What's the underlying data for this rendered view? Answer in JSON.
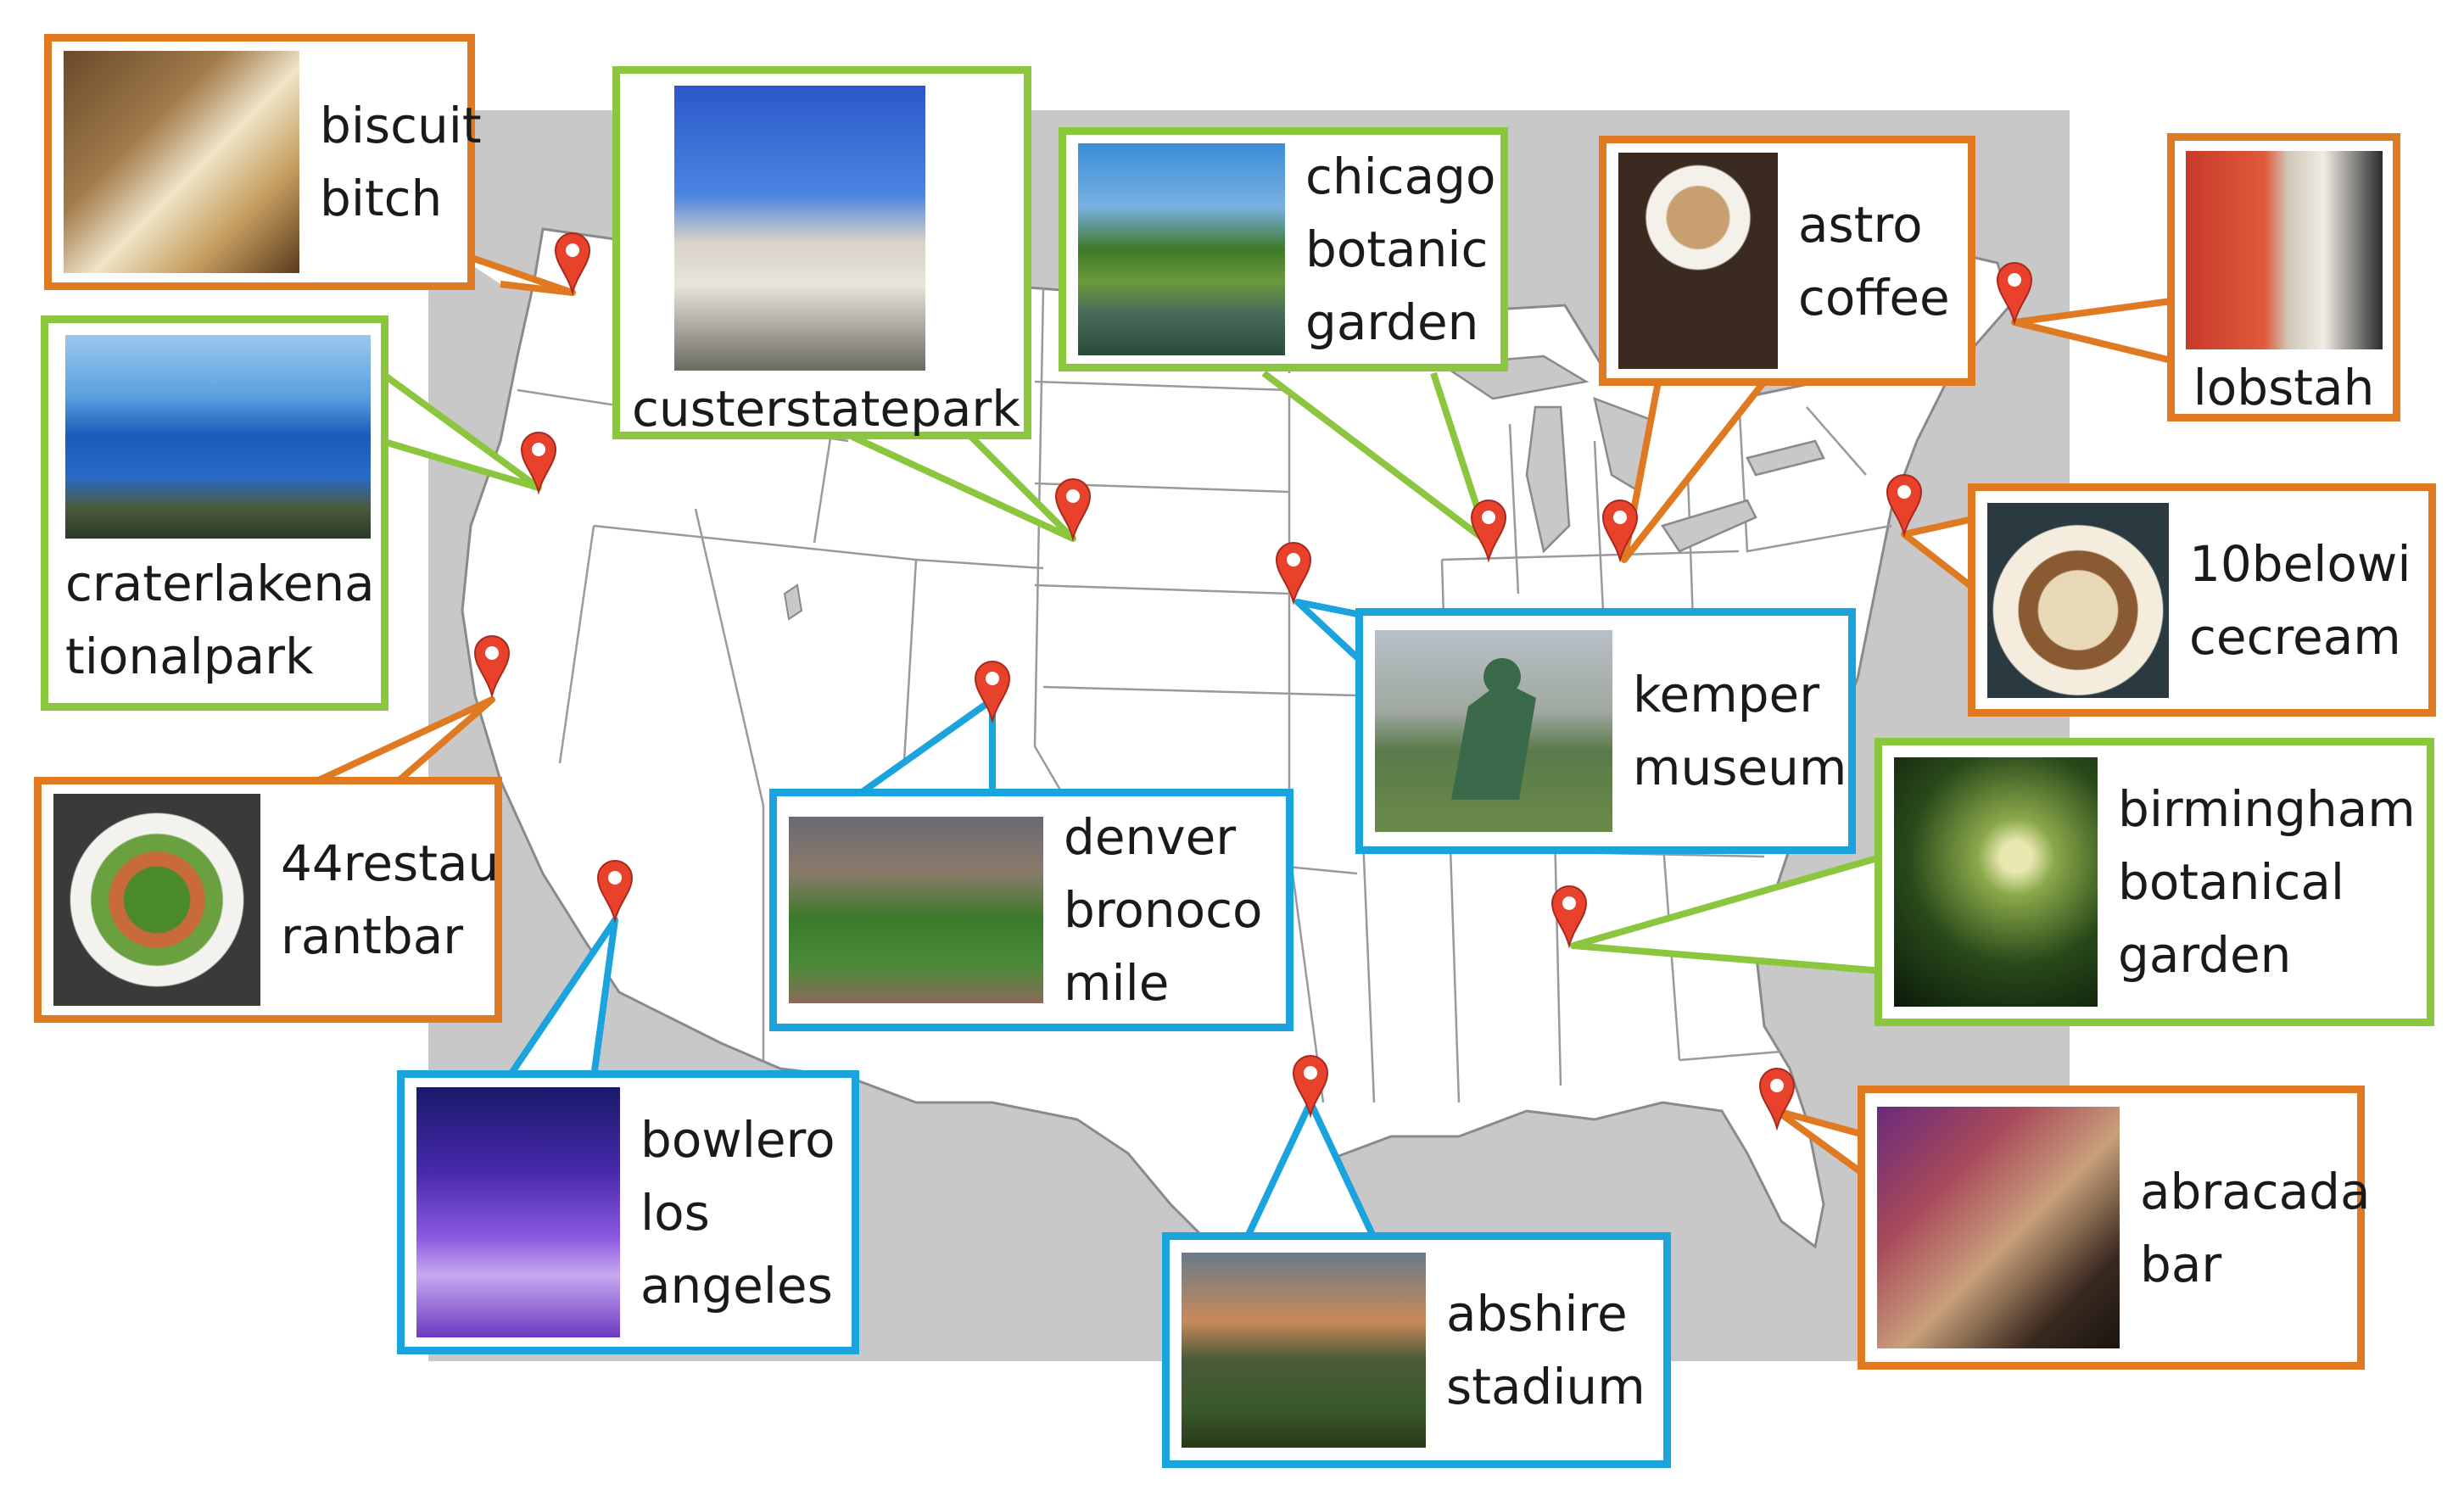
{
  "colors": {
    "food": "#e07a22",
    "nature": "#8cc63f",
    "venue": "#1aa3dd",
    "pin": "#e8412c",
    "map_land": "#ffffff",
    "map_water": "#c8c8c8",
    "state_border": "#9a9a9a"
  },
  "places": [
    {
      "id": "biscuit-bitch",
      "label": "biscuit\nbitch",
      "category": "food",
      "photo_icon": "food-photo-icon"
    },
    {
      "id": "custerstatepark",
      "label": "custerstatepark",
      "category": "nature",
      "photo_icon": "landscape-photo-icon"
    },
    {
      "id": "chicago-botanic-garden",
      "label": "chicago\nbotanic\ngarden",
      "category": "nature",
      "photo_icon": "garden-photo-icon"
    },
    {
      "id": "astro-coffee",
      "label": "astro\ncoffee",
      "category": "food",
      "photo_icon": "coffee-photo-icon"
    },
    {
      "id": "lobstah",
      "label": "lobstah",
      "category": "food",
      "photo_icon": "lobster-photo-icon"
    },
    {
      "id": "craterlakenationalpark",
      "label": "craterlakena\ntionalpark",
      "category": "nature",
      "photo_icon": "lake-photo-icon"
    },
    {
      "id": "10belowicecream",
      "label": "10belowi\ncecream",
      "category": "food",
      "photo_icon": "icecream-photo-icon"
    },
    {
      "id": "kemper-museum",
      "label": "kemper\nmuseum",
      "category": "venue",
      "photo_icon": "sculpture-photo-icon"
    },
    {
      "id": "44restaurantbar",
      "label": "44restau\nrantbar",
      "category": "food",
      "photo_icon": "salad-photo-icon"
    },
    {
      "id": "denver-bronoco-mile",
      "label": "denver\nbronoco\nmile",
      "category": "venue",
      "photo_icon": "stadium-photo-icon"
    },
    {
      "id": "birmingham-botanical",
      "label": "birmingham\nbotanical\ngarden",
      "category": "nature",
      "photo_icon": "forest-photo-icon"
    },
    {
      "id": "bowlero-los-angeles",
      "label": "bowlero\nlos\nangeles",
      "category": "venue",
      "photo_icon": "bowling-photo-icon"
    },
    {
      "id": "abshire-stadium",
      "label": "abshire\nstadium",
      "category": "venue",
      "photo_icon": "field-photo-icon"
    },
    {
      "id": "abracadabar",
      "label": "abracada\nbar",
      "category": "food",
      "photo_icon": "drinks-photo-icon"
    }
  ]
}
